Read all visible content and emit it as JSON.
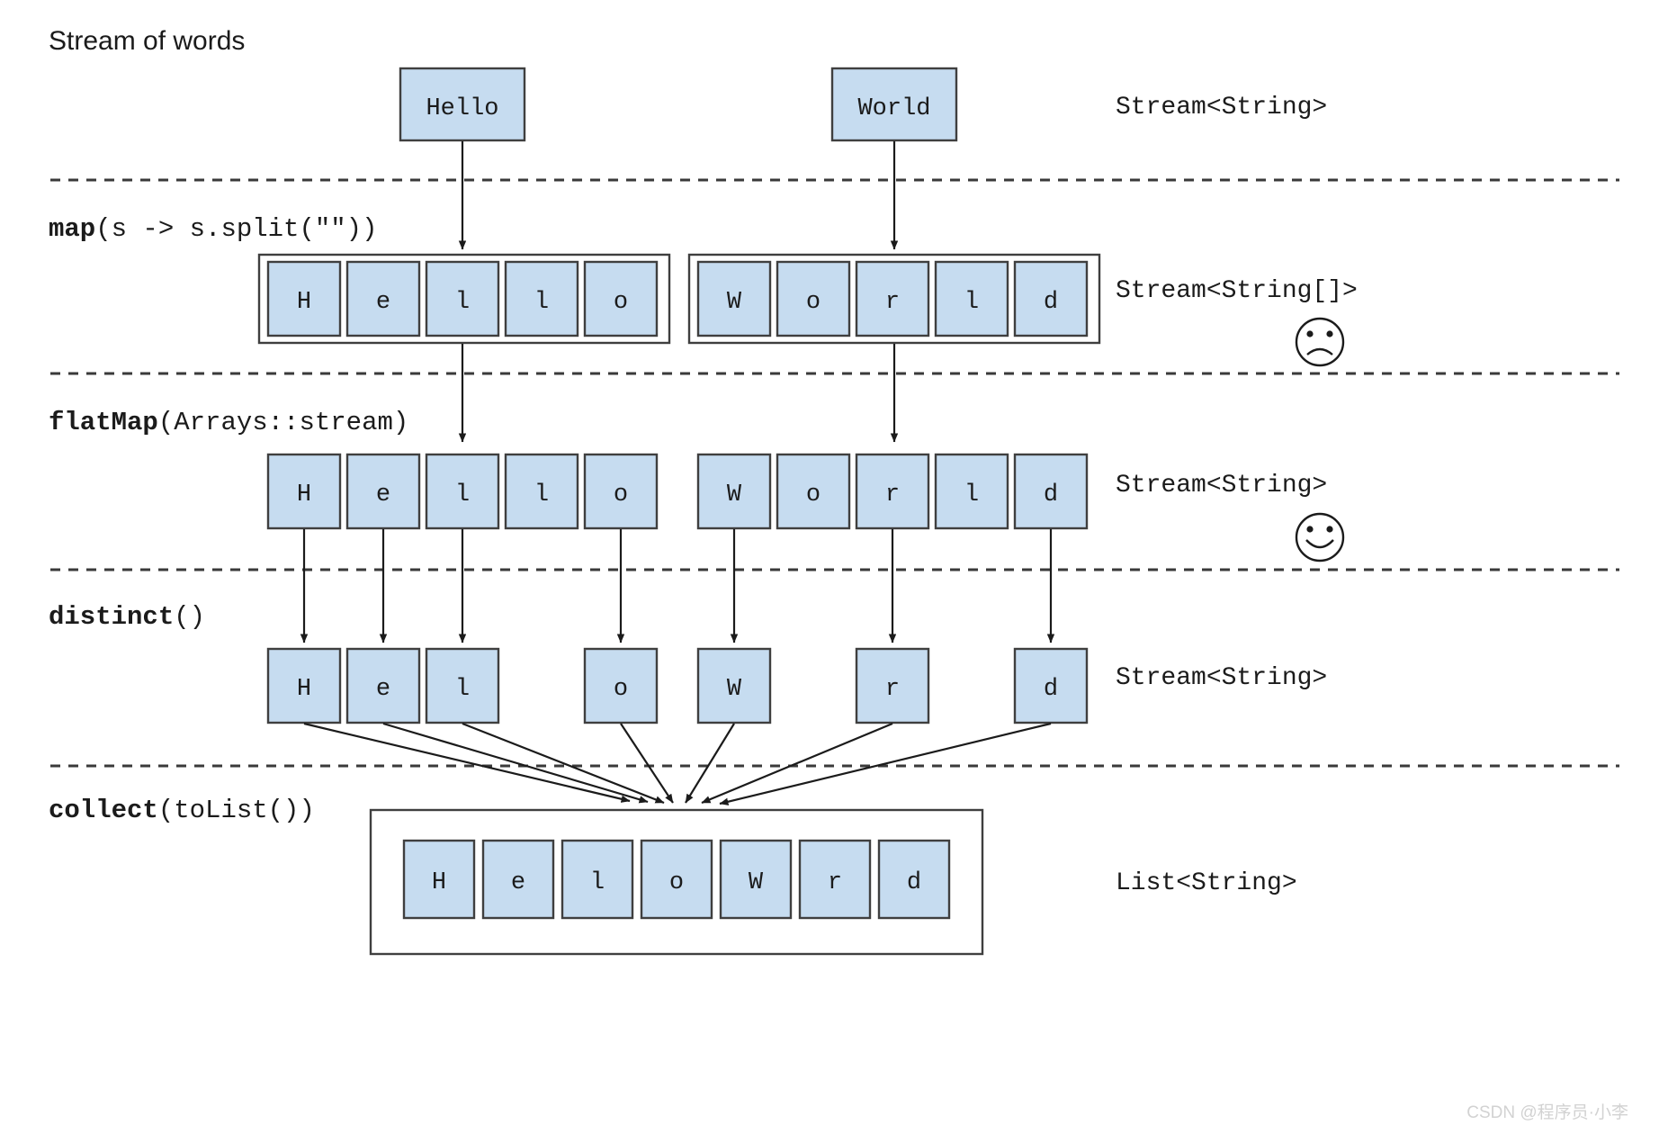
{
  "diagram": {
    "title": "Stream of words",
    "watermark": "CSDN @程序员·小李",
    "colors": {
      "cell_fill": "#c6dcf0",
      "stroke": "#3f3f3f",
      "text": "#1b1b1b",
      "divider": "#3a3a3a",
      "background": "#ffffff"
    },
    "stages": [
      {
        "id": "source",
        "operation_bold": "",
        "operation_plain": "",
        "type_label": "Stream<String>",
        "face": null,
        "words": [
          "Hello",
          "World"
        ]
      },
      {
        "id": "map",
        "operation_bold": "map",
        "operation_plain": "(s -> s.split(\"\"))",
        "type_label": "Stream<String[]>",
        "face": "sad-face-icon",
        "groups": [
          [
            "H",
            "e",
            "l",
            "l",
            "o"
          ],
          [
            "W",
            "o",
            "r",
            "l",
            "d"
          ]
        ]
      },
      {
        "id": "flatMap",
        "operation_bold": "flatMap",
        "operation_plain": "(Arrays::stream)",
        "type_label": "Stream<String>",
        "face": "smiley-face-icon",
        "letters": [
          "H",
          "e",
          "l",
          "l",
          "o",
          "W",
          "o",
          "r",
          "l",
          "d"
        ]
      },
      {
        "id": "distinct",
        "operation_bold": "distinct",
        "operation_plain": "()",
        "type_label": "Stream<String>",
        "face": null,
        "letters": [
          "H",
          "e",
          "l",
          "o",
          "W",
          "r",
          "d"
        ]
      },
      {
        "id": "collect",
        "operation_bold": "collect",
        "operation_plain": "(toList())",
        "type_label": "List<String>",
        "face": null,
        "letters": [
          "H",
          "e",
          "l",
          "o",
          "W",
          "r",
          "d"
        ]
      }
    ]
  }
}
